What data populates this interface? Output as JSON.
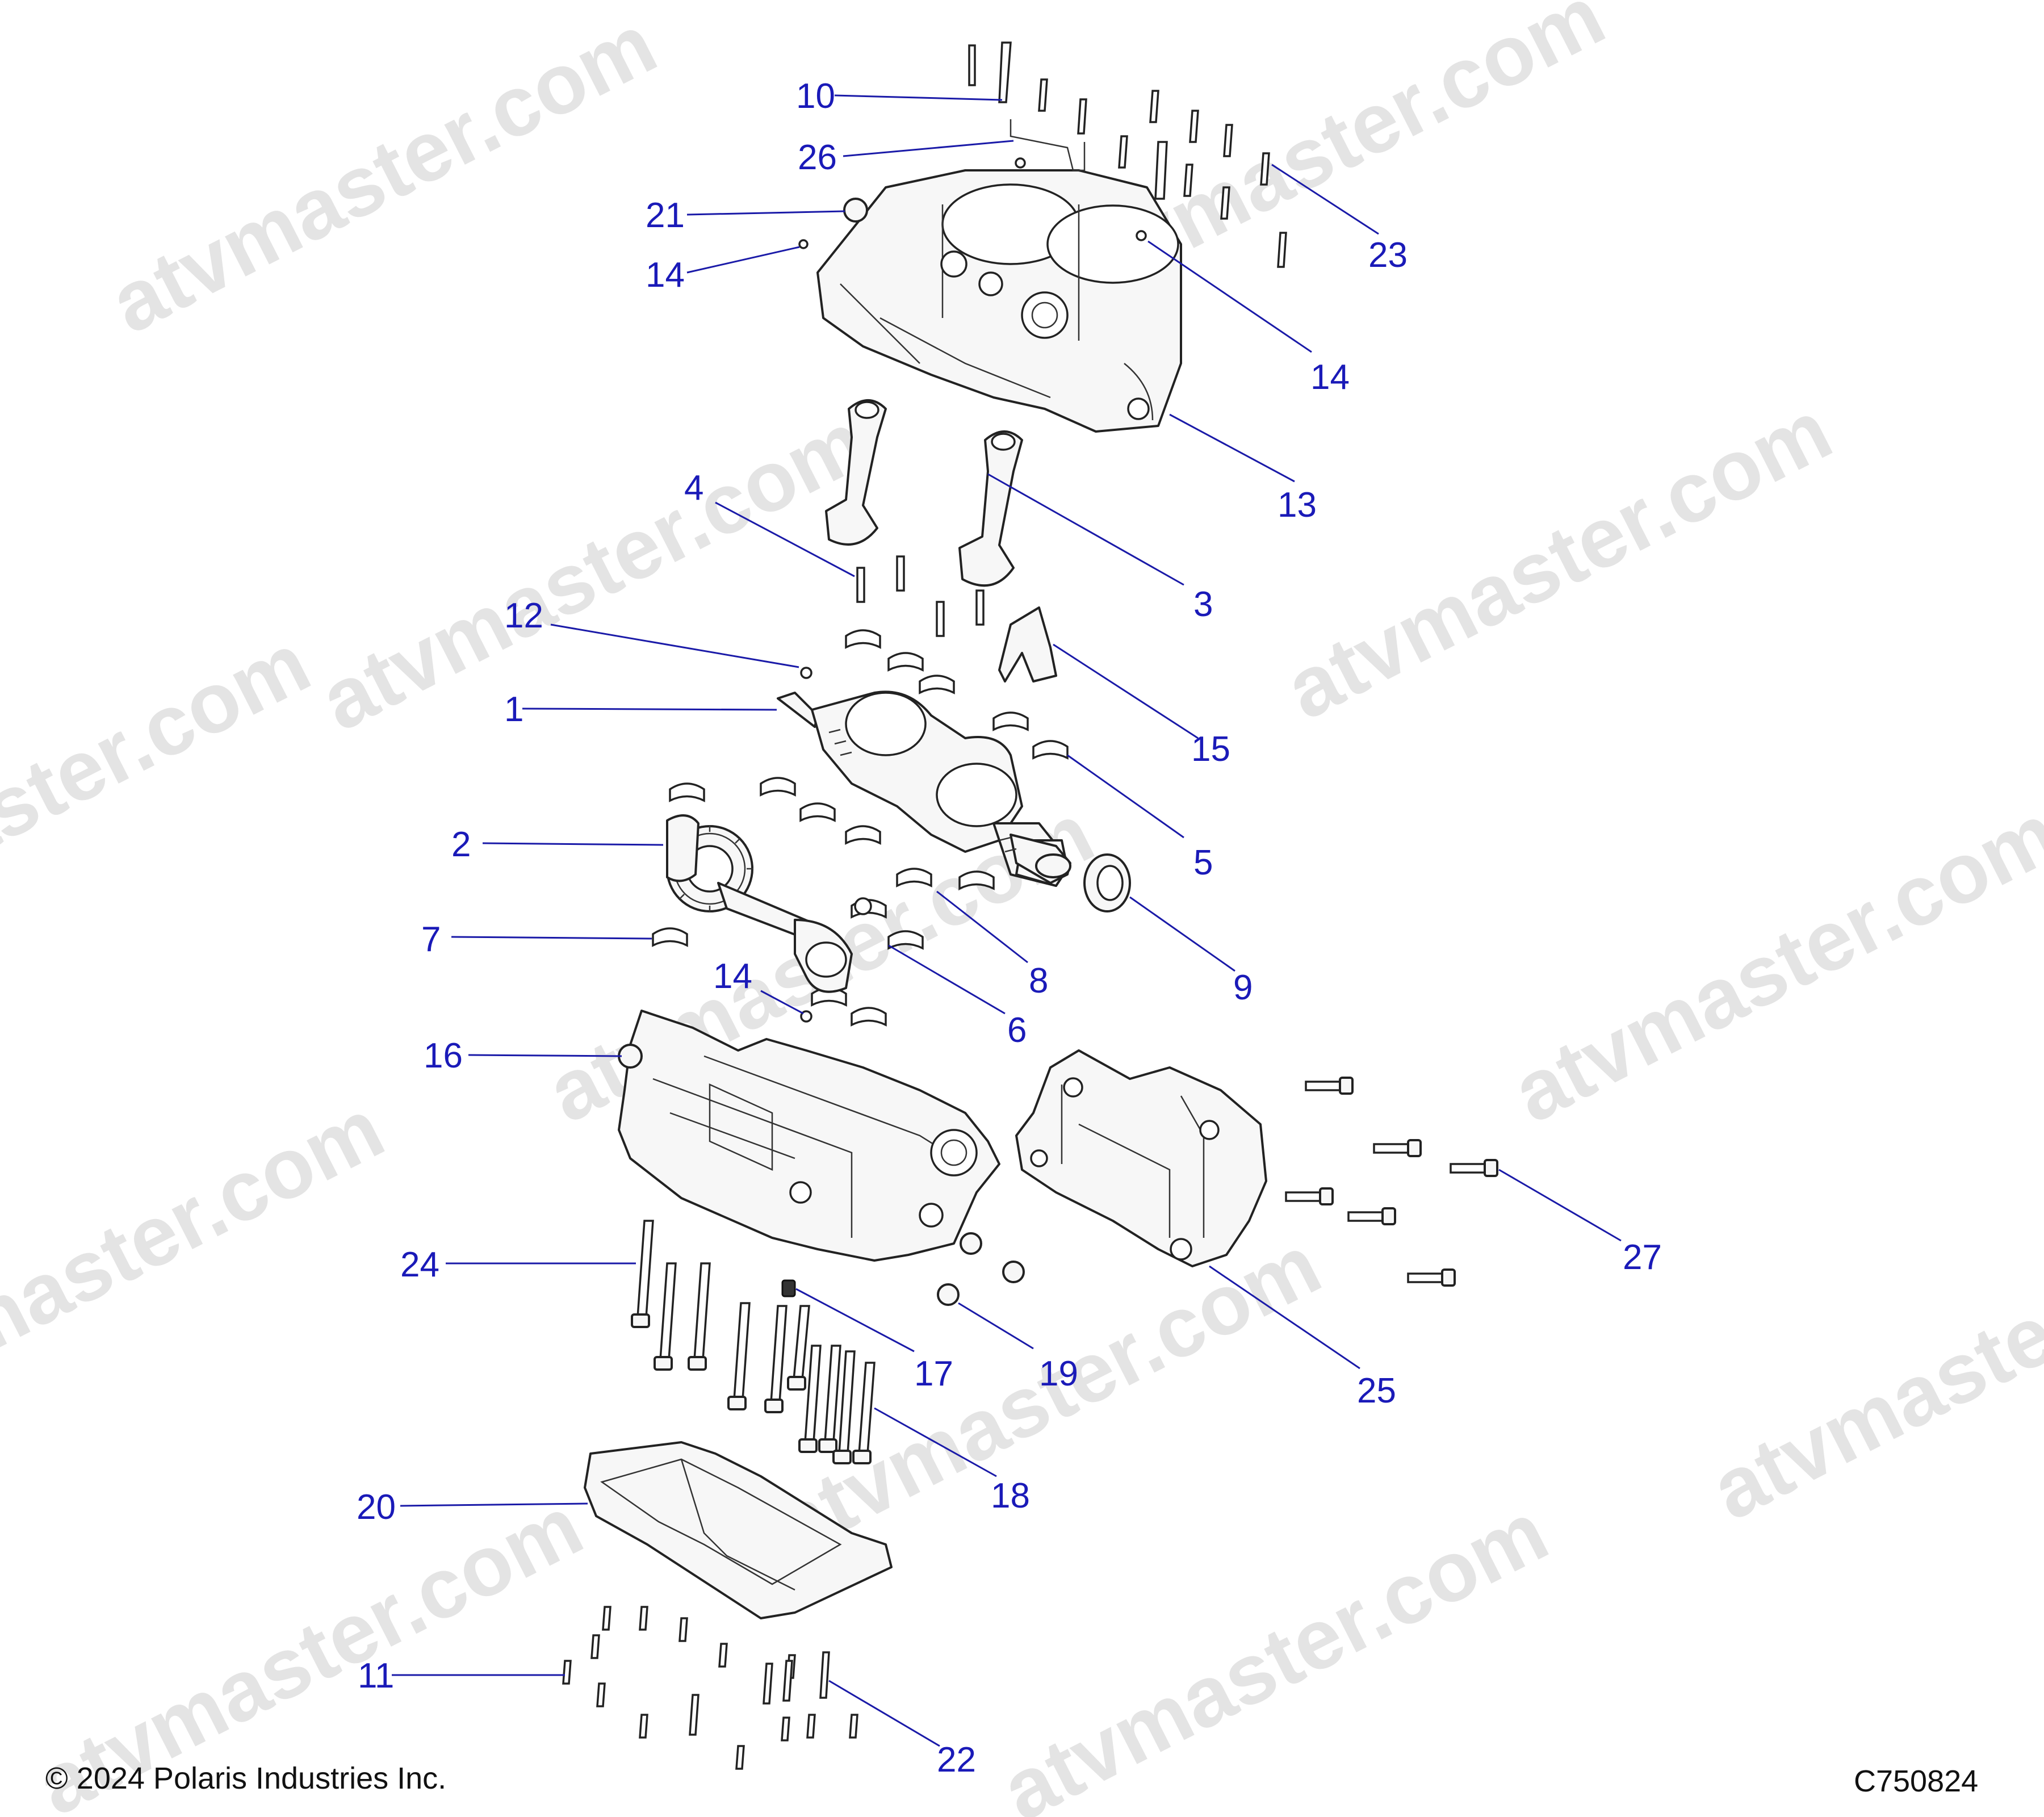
{
  "watermark": "atvmaster.com",
  "copyright": "© 2024 Polaris Industries Inc.",
  "drawing_number": "C750824",
  "colors": {
    "callout": "#1a1ab8",
    "line_art": "#222222",
    "watermark": "#e4e4e4"
  },
  "callouts": [
    {
      "id": "10"
    },
    {
      "id": "26"
    },
    {
      "id": "21"
    },
    {
      "id": "14"
    },
    {
      "id": "23"
    },
    {
      "id": "14"
    },
    {
      "id": "13"
    },
    {
      "id": "4"
    },
    {
      "id": "3"
    },
    {
      "id": "12"
    },
    {
      "id": "15"
    },
    {
      "id": "1"
    },
    {
      "id": "5"
    },
    {
      "id": "2"
    },
    {
      "id": "9"
    },
    {
      "id": "7"
    },
    {
      "id": "8"
    },
    {
      "id": "14"
    },
    {
      "id": "6"
    },
    {
      "id": "16"
    },
    {
      "id": "27"
    },
    {
      "id": "24"
    },
    {
      "id": "17"
    },
    {
      "id": "19"
    },
    {
      "id": "25"
    },
    {
      "id": "18"
    },
    {
      "id": "20"
    },
    {
      "id": "11"
    },
    {
      "id": "22"
    }
  ]
}
